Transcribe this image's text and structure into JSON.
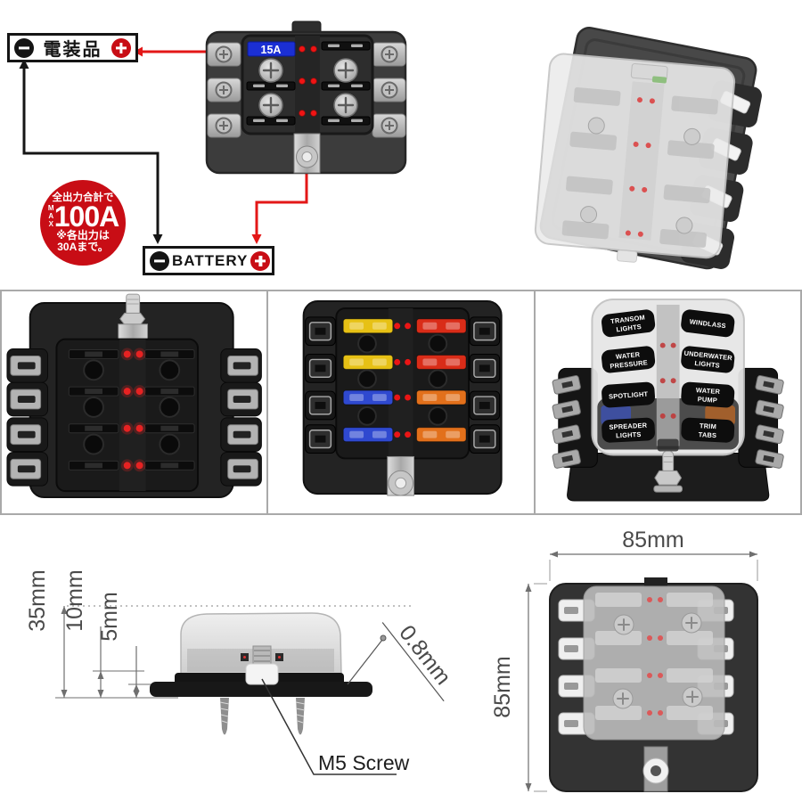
{
  "wiring_diagram": {
    "load_box": {
      "label": "電装品"
    },
    "battery_box": {
      "label": "BATTERY"
    },
    "max_badge": {
      "top_line": "全出力合計で",
      "max_label": "MAX",
      "amps": "100A",
      "note_line1": "※各出力は",
      "note_line2": "30Aまで。",
      "bg_color": "#c80d15"
    },
    "fuse_rating_label": "15A",
    "fuse_rating_bg": "#1b2fd4",
    "wire_positive_color": "#e31717",
    "wire_negative_color": "#151515",
    "led_color": "#ee1515"
  },
  "gallery": {
    "labeled_cover": {
      "panel_labels": [
        {
          "lines": [
            "TRANSOM",
            "LIGHTS"
          ]
        },
        {
          "lines": [
            "WINDLASS"
          ]
        },
        {
          "lines": [
            "WATER",
            "PRESSURE"
          ]
        },
        {
          "lines": [
            "UNDERWATER",
            "LIGHTS"
          ]
        },
        {
          "lines": [
            "SPOTLIGHT"
          ]
        },
        {
          "lines": [
            "WATER",
            "PUMP"
          ]
        },
        {
          "lines": [
            "SPREADER",
            "LIGHTS"
          ]
        },
        {
          "lines": [
            "TRIM",
            "TABS"
          ]
        }
      ]
    },
    "fuse_colors": {
      "left": [
        "#e7c115",
        "#e7c115",
        "#2f49d0",
        "#2f49d0"
      ],
      "right": [
        "#d92c18",
        "#d92c18",
        "#e2701b",
        "#e2701b"
      ]
    }
  },
  "dimensions": {
    "total_height": "35mm",
    "base_height": "10mm",
    "flange_height": "5mm",
    "terminal_thickness": "0.8mm",
    "mount_screw": "M5 Screw",
    "width": "85mm",
    "depth": "85mm"
  }
}
